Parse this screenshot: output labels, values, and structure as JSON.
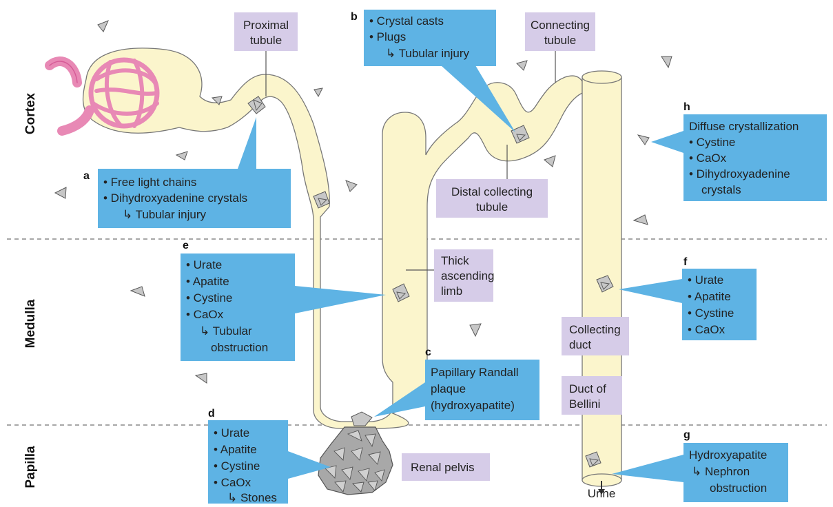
{
  "zones": {
    "cortex": "Cortex",
    "medulla": "Medulla",
    "papilla": "Papilla"
  },
  "structures": {
    "proximal_tubule": [
      "Proximal",
      "tubule"
    ],
    "connecting_tubule": [
      "Connecting",
      "tubule"
    ],
    "distal_collecting_tubule": [
      "Distal collecting",
      "tubule"
    ],
    "thick_ascending_limb": [
      "Thick",
      "ascending",
      "limb"
    ],
    "collecting_duct": [
      "Collecting",
      "duct"
    ],
    "duct_of_bellini": [
      "Duct of",
      "Bellini"
    ],
    "renal_pelvis": "Renal pelvis",
    "urine": "Urine"
  },
  "callouts": {
    "a": {
      "letter": "a",
      "lines": [
        "• Free light chains",
        "• Dihydroxyadenine crystals",
        "↳ Tubular injury"
      ]
    },
    "b": {
      "letter": "b",
      "lines": [
        "• Crystal casts",
        "• Plugs",
        "↳ Tubular injury"
      ]
    },
    "c": {
      "letter": "c",
      "lines": [
        "Papillary Randall",
        "plaque",
        "(hydroxyapatite)"
      ]
    },
    "d": {
      "letter": "d",
      "lines": [
        "• Urate",
        "• Apatite",
        "• Cystine",
        "• CaOx",
        "↳ Stones"
      ]
    },
    "e": {
      "letter": "e",
      "lines": [
        "• Urate",
        "• Apatite",
        "• Cystine",
        "• CaOx",
        "↳ Tubular",
        "obstruction"
      ]
    },
    "f": {
      "letter": "f",
      "lines": [
        "• Urate",
        "• Apatite",
        "• Cystine",
        "• CaOx"
      ]
    },
    "g": {
      "letter": "g",
      "lines": [
        "Hydroxyapatite",
        "↳ Nephron",
        "obstruction"
      ]
    },
    "h": {
      "letter": "h",
      "lines": [
        "Diffuse crystallization",
        "• Cystine",
        "• CaOx",
        "• Dihydroxyadenine",
        "crystals"
      ]
    }
  },
  "colors": {
    "callout_blue": "#5eb3e4",
    "label_purple": "#d6cce8",
    "tubule_fill": "#fbf5cc",
    "glomerulus_pink": "#e889b5",
    "crystal_grey": "#c7c7c7"
  },
  "icons": [
    "crystal-icon",
    "urine-flow-arrow-icon"
  ]
}
